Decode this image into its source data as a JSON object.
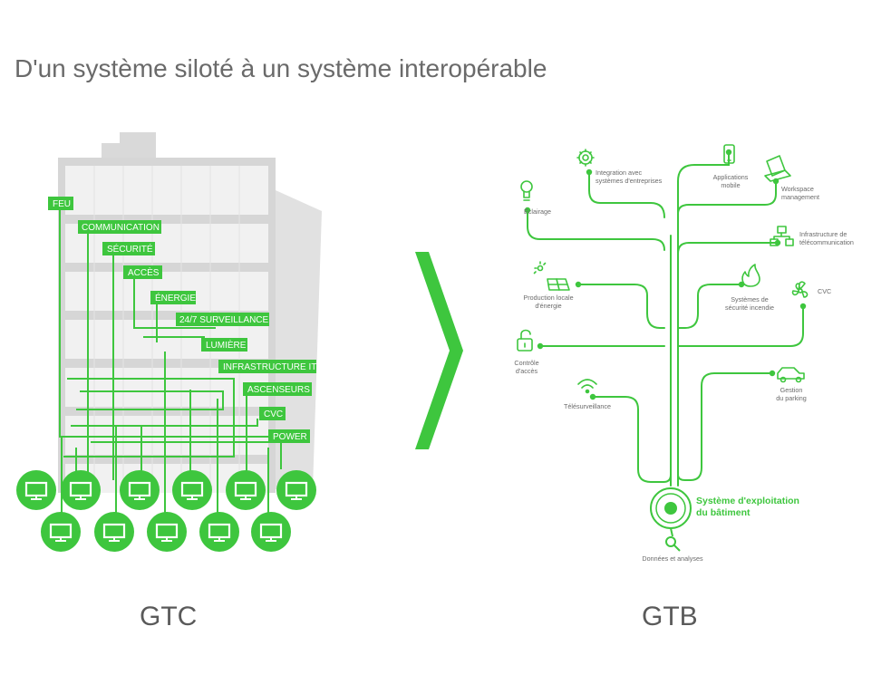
{
  "page": {
    "title": "D'un système siloté à un système interopérable",
    "left_caption": "GTC",
    "right_caption": "GTB",
    "accent": "#3ec63e",
    "building_gray": "#d9d9d9"
  },
  "gtc": {
    "labels": [
      "FEU",
      "COMMUNICATION",
      "SÉCURITÉ",
      "ACCÈS",
      "ÉNERGIE",
      "24/7 SURVEILLANCE",
      "LUMIÈRE",
      "INFRASTRUCTURE IT",
      "ASCENSEURS",
      "CVC",
      "POWER"
    ],
    "monitor_icon": "monitor-icon"
  },
  "gtb": {
    "core_line1": "Système d'exploitation",
    "core_line2": "du bâtiment",
    "data_label": "Données et analyses",
    "items": {
      "eclairage": [
        "Éclairage"
      ],
      "integration": [
        "Integration avec",
        "systèmes d'entreprises"
      ],
      "apps": [
        "Applications",
        "mobile"
      ],
      "workspace": [
        "Workspace",
        "management"
      ],
      "infra": [
        "Infrastructure de",
        "télécommunication"
      ],
      "production": [
        "Production locale",
        "d'énergie"
      ],
      "incendie": [
        "Systèmes de",
        "sécurité incendie"
      ],
      "cvc": [
        "CVC"
      ],
      "controle": [
        "Contrôle",
        "d'accès"
      ],
      "parking": [
        "Gestion",
        "du parking"
      ],
      "tele": [
        "Télésurveillance"
      ]
    }
  }
}
